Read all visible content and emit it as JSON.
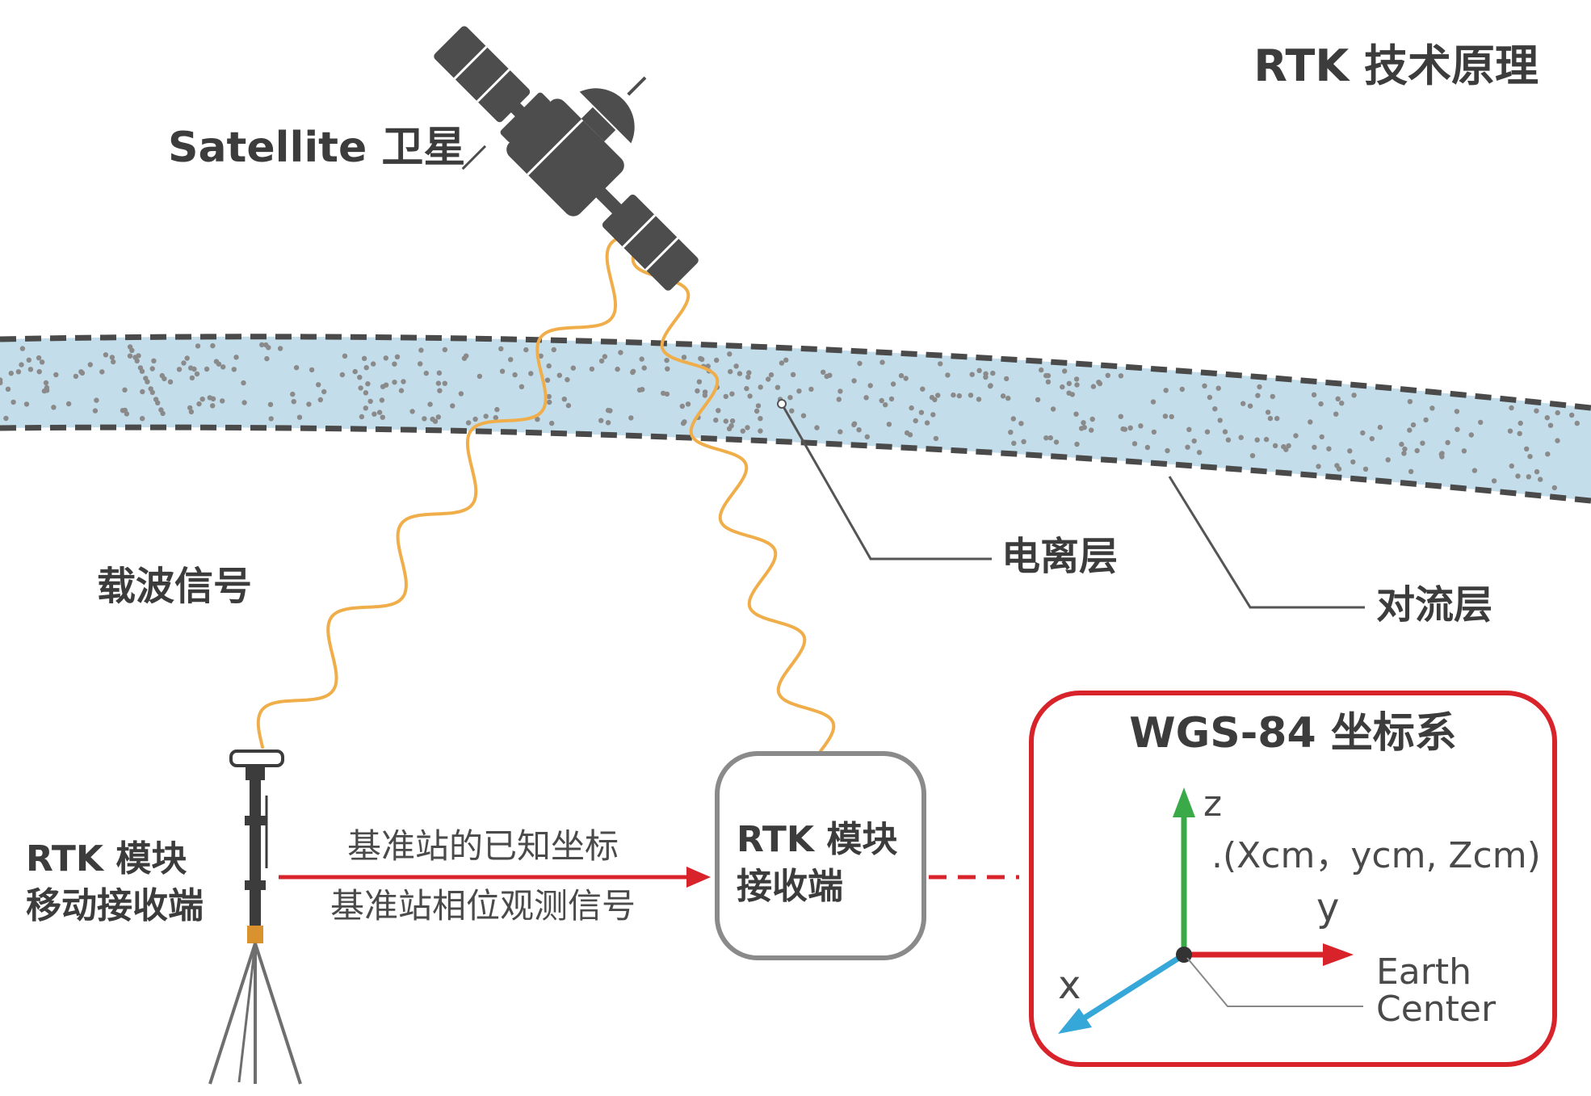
{
  "title": "RTK 技术原理",
  "satellite": {
    "label": "Satellite 卫星",
    "icon": "satellite-icon"
  },
  "layers": {
    "ionosphere": "电离层",
    "troposphere": "对流层"
  },
  "signal": {
    "label": "载波信号"
  },
  "rover": {
    "label_line1": "RTK 模块",
    "label_line2": "移动接收端",
    "icon": "gnss-rover-tripod-icon"
  },
  "base": {
    "label_line1": "RTK 模块",
    "label_line2": "接收端"
  },
  "link": {
    "text_above": "基准站的已知坐标",
    "text_below": "基准站相位观测信号"
  },
  "wgs": {
    "title": "WGS-84 坐标系",
    "axis_z": "z",
    "axis_y": "y",
    "axis_x": "x",
    "point_label": ".(Xcm，ycm, Zcm)",
    "origin_label_line1": "Earth",
    "origin_label_line2": "Center"
  },
  "colors": {
    "signal": "#F0AE4A",
    "layer_band": "#C4DDEA",
    "dash": "#4A4A4A",
    "link": "#D8232A",
    "frame": "#D8232A",
    "axis_z": "#3AAA48",
    "axis_y": "#D8232A",
    "axis_x": "#35A7D8",
    "text": "#3C3C3C"
  }
}
